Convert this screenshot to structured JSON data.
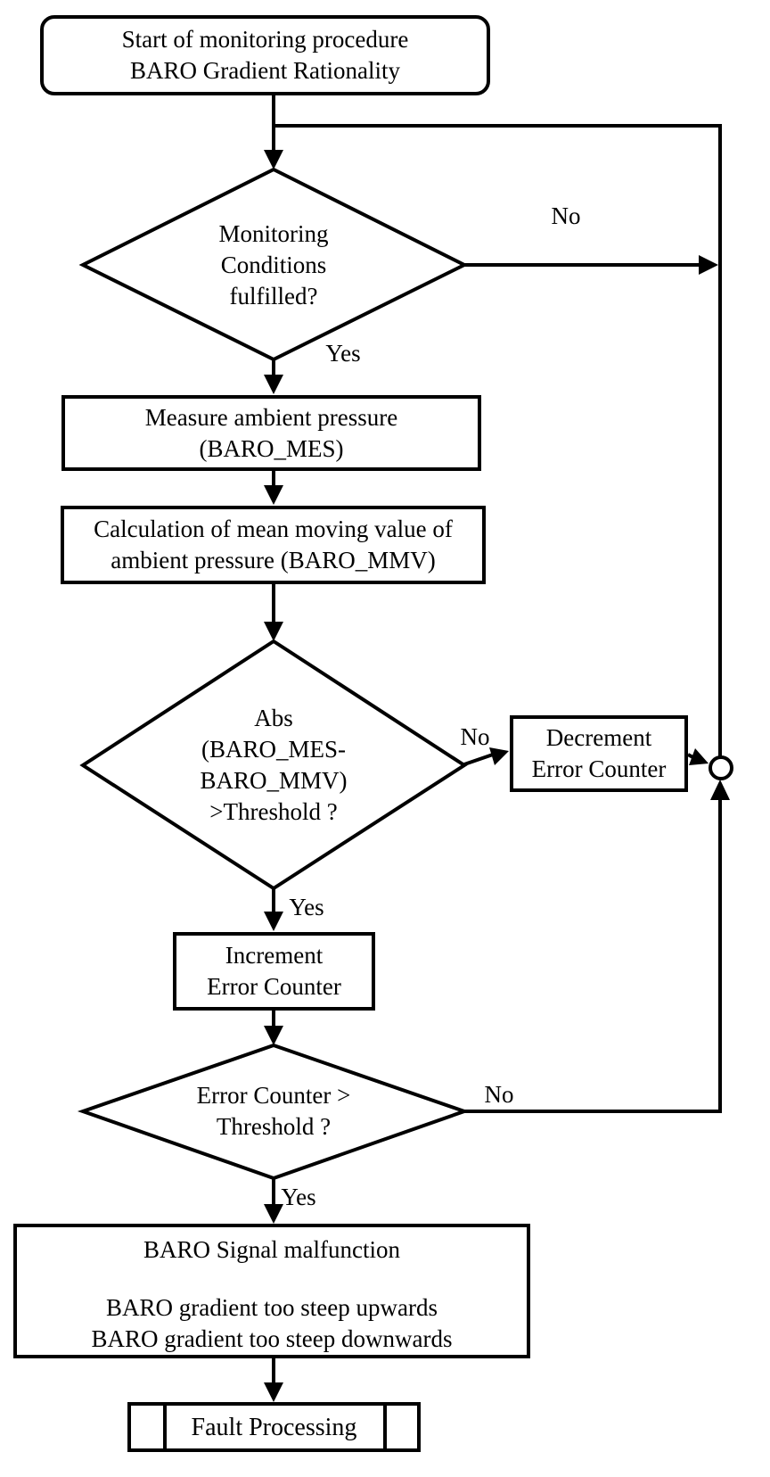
{
  "page": {
    "background_color": "#ffffff",
    "ink_color": "#000000"
  },
  "flowchart": {
    "nodes": {
      "start": {
        "type": "terminator",
        "lines": [
          "Start of monitoring procedure",
          "BARO Gradient Rationality"
        ]
      },
      "monitoring_decision": {
        "type": "decision",
        "lines": [
          "Monitoring",
          "Conditions",
          "fulfilled?"
        ]
      },
      "measure": {
        "type": "process",
        "lines": [
          "Measure ambient pressure",
          "(BARO_MES)"
        ]
      },
      "calculation": {
        "type": "process",
        "lines": [
          "Calculation of mean moving value of",
          "ambient pressure (BARO_MMV)"
        ]
      },
      "abs_decision": {
        "type": "decision",
        "lines": [
          "Abs",
          "(BARO_MES-",
          "BARO_MMV)",
          ">Threshold ?"
        ]
      },
      "decrement": {
        "type": "process",
        "lines": [
          "Decrement",
          "Error Counter"
        ]
      },
      "increment": {
        "type": "process",
        "lines": [
          "Increment",
          "Error Counter"
        ]
      },
      "error_decision": {
        "type": "decision",
        "lines": [
          "Error Counter >",
          "Threshold ?"
        ]
      },
      "malfunction": {
        "type": "process",
        "lines": [
          "BARO Signal malfunction",
          "BARO gradient too steep upwards",
          "BARO gradient too steep downwards"
        ]
      },
      "fault_processing": {
        "type": "predefined-process",
        "lines": [
          "Fault Processing"
        ]
      }
    },
    "edge_labels": {
      "monitoring_no": "No",
      "monitoring_yes": "Yes",
      "abs_no": "No",
      "abs_yes": "Yes",
      "error_no": "No",
      "error_yes": "Yes"
    }
  }
}
